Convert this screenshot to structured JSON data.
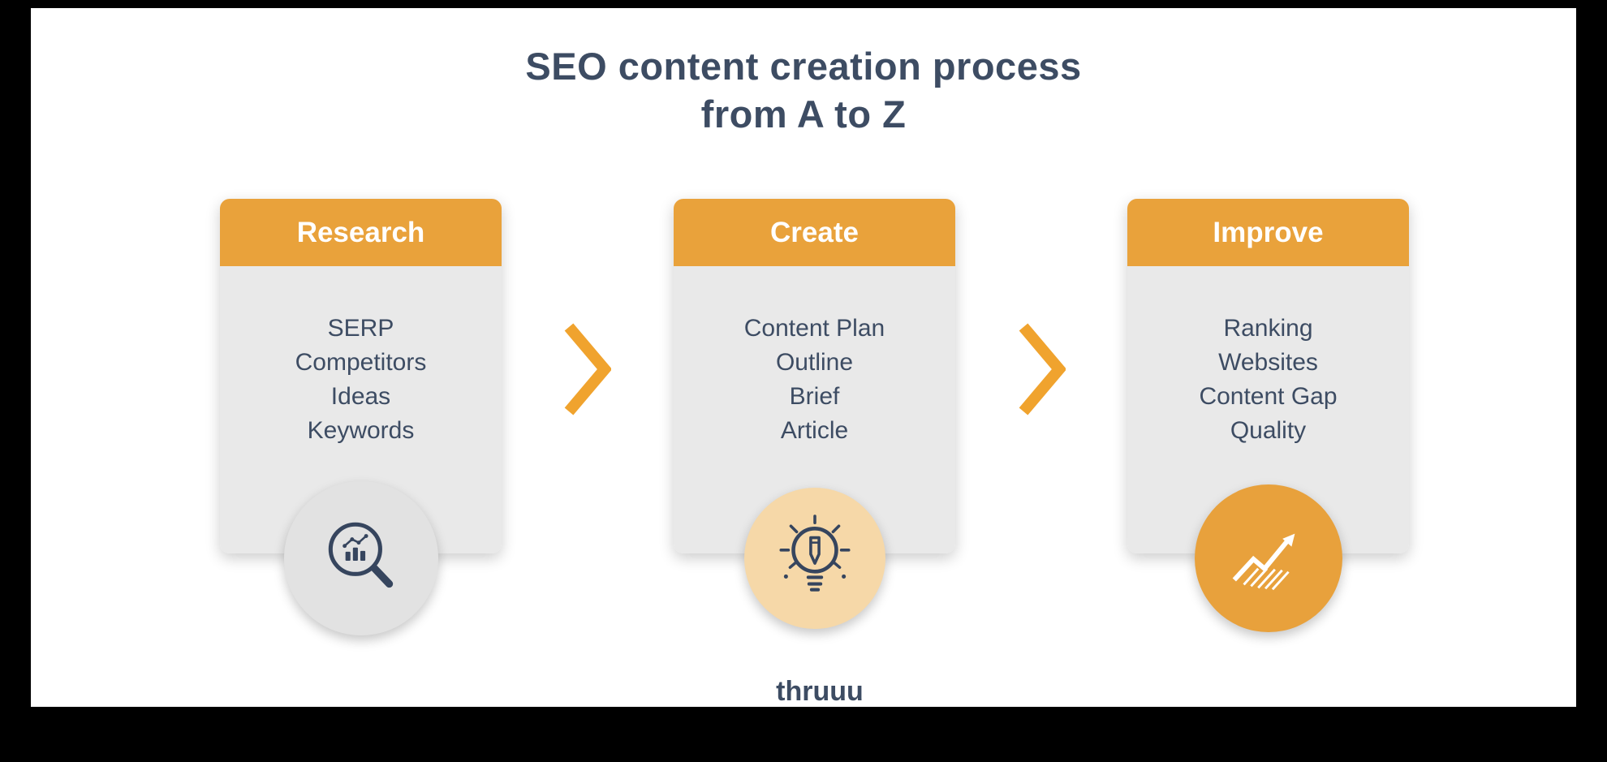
{
  "title": {
    "line1": "SEO content creation process",
    "line2": "from A to Z"
  },
  "cards": [
    {
      "header": "Research",
      "items": [
        "SERP",
        "Competitors",
        "Ideas",
        "Keywords"
      ],
      "icon": "magnifier-chart-icon"
    },
    {
      "header": "Create",
      "items": [
        "Content Plan",
        "Outline",
        "Brief",
        "Article"
      ],
      "icon": "lightbulb-pencil-icon"
    },
    {
      "header": "Improve",
      "items": [
        "Ranking",
        "Websites",
        "Content Gap",
        "Quality"
      ],
      "icon": "growth-arrow-icon"
    }
  ],
  "arrows": [
    "arrow-right-icon",
    "arrow-right-icon"
  ],
  "brand": "thruuu",
  "colors": {
    "accent_orange": "#E9A23B",
    "arrow_orange": "#F0A32E",
    "text_slate": "#3D4C63",
    "card_body_gray": "#E9E9E9",
    "research_circle_gray": "#E2E2E2",
    "create_circle_tan": "#F6D8A8",
    "improve_circle_orange": "#E8A13C",
    "background": "#000000",
    "canvas_white": "#FFFFFF"
  }
}
